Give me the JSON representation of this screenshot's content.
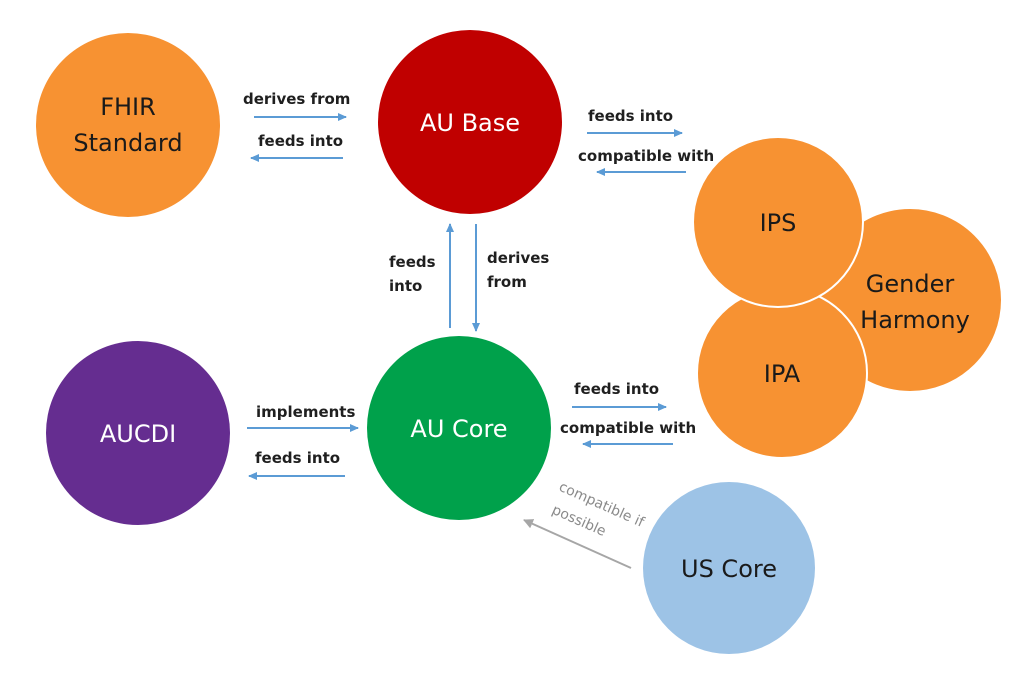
{
  "nodes": {
    "fhir": {
      "line1": "FHIR",
      "line2": "Standard",
      "color": "#F79232"
    },
    "aubase": {
      "label": "AU Base",
      "color": "#C00000"
    },
    "aucore": {
      "label": "AU Core",
      "color": "#00A14B"
    },
    "aucdi": {
      "label": "AUCDI",
      "color": "#652D90"
    },
    "ips": {
      "label": "IPS",
      "color": "#F79232"
    },
    "ipa": {
      "label": "IPA",
      "color": "#F79232"
    },
    "gender": {
      "line1": "Gender",
      "line2": "Harmony",
      "color": "#F79232"
    },
    "uscore": {
      "label": "US Core",
      "color": "#9DC3E6"
    }
  },
  "edges": {
    "fhir_aubase_derives": "derives from",
    "aubase_fhir_feeds": "feeds into",
    "aubase_ips_feeds": "feeds into",
    "ips_aubase_compatible": "compatible with",
    "aucore_aubase_feeds_1": "feeds",
    "aucore_aubase_feeds_2": "into",
    "aubase_aucore_derives_1": "derives",
    "aubase_aucore_derives_2": "from",
    "aucdi_aucore_implements": "implements",
    "aucore_aucdi_feeds": "feeds into",
    "aucore_ipa_feeds": "feeds into",
    "ipa_aucore_compatible": "compatible with",
    "uscore_aucore_1": "compatible if",
    "uscore_aucore_2": "possible"
  },
  "colors": {
    "arrow_blue": "#5B9BD5",
    "arrow_gray": "#A6A6A6"
  }
}
